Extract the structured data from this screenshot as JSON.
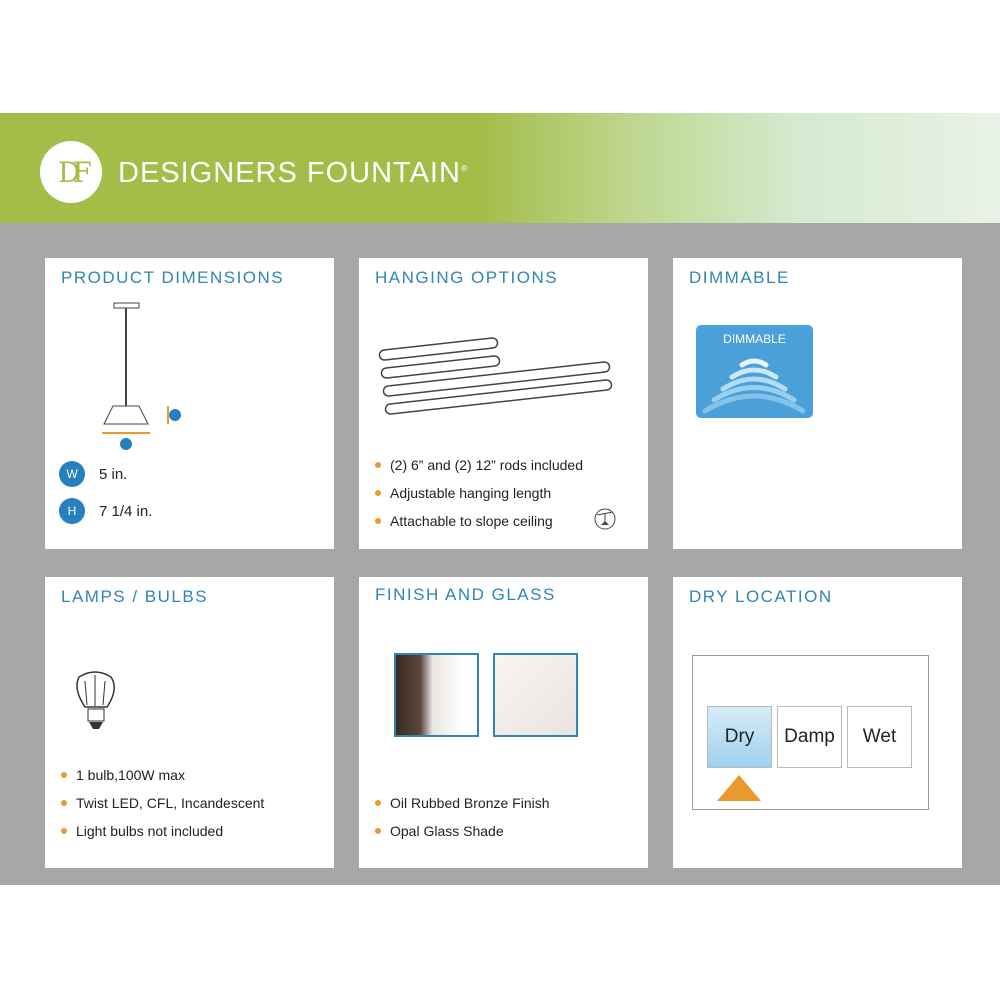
{
  "brand": {
    "logo": "DF",
    "name": "DESIGNERS FOUNTAIN",
    "registered": "®"
  },
  "panels": {
    "dimensions": {
      "title": "PRODUCT DIMENSIONS",
      "w_label": "W",
      "w_value": "5 in.",
      "h_label": "H",
      "h_value": "7 1/4 in."
    },
    "hanging": {
      "title": "HANGING OPTIONS",
      "bullets": [
        "(2) 6” and (2) 12” rods included",
        "Adjustable hanging length",
        "Attachable to slope ceiling"
      ]
    },
    "dimmable": {
      "title": "DIMMABLE",
      "badge": "DIMMABLE"
    },
    "lamps": {
      "title": "LAMPS / BULBS",
      "bullets": [
        "1 bulb,100W max",
        "Twist LED, CFL, Incandescent",
        "Light bulbs not included"
      ]
    },
    "finish": {
      "title": "FINISH AND GLASS",
      "bullets": [
        "Oil Rubbed Bronze Finish",
        "Opal Glass Shade"
      ]
    },
    "location": {
      "title": "DRY LOCATION",
      "options": [
        "Dry",
        "Damp",
        "Wet"
      ],
      "selected": "Dry"
    }
  },
  "colors": {
    "accent": "#2f86b5",
    "bullet": "#e89a2c",
    "banner": "#a4bd49"
  }
}
